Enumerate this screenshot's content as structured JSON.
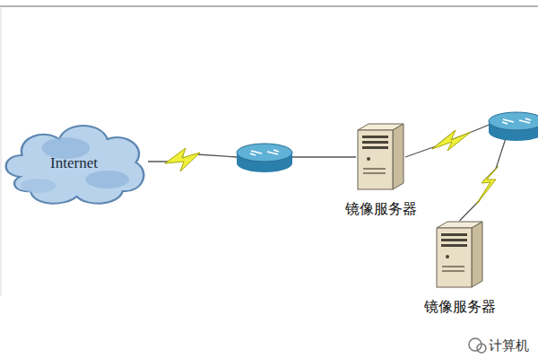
{
  "diagram": {
    "nodes": [
      {
        "text": [
          "Internet"
        ]
      },
      {
        "text": [
          "镜像服务器"
        ]
      },
      {
        "text": [
          "镜像服务器"
        ]
      }
    ],
    "edges": [
      {
        "from": 0,
        "to": 1,
        "arrow": "none"
      },
      {
        "from": 1,
        "to": 2,
        "arrow": "none"
      }
    ],
    "labels": [
      "计算机"
    ]
  }
}
